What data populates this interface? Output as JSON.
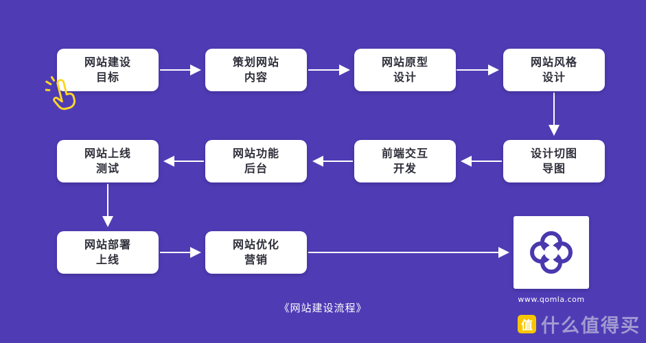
{
  "colors": {
    "background": "#4f3cb5",
    "box_background": "#ffffff",
    "box_text": "#2e2e3a",
    "arrow": "#ffffff",
    "accent_yellow": "#f8c500",
    "logo_purple": "#4a38ae"
  },
  "nodes": [
    {
      "id": "n1",
      "label": "网站建设目标",
      "line1": "网站建设",
      "line2": "目标"
    },
    {
      "id": "n2",
      "label": "策划网站内容",
      "line1": "策划网站",
      "line2": "内容"
    },
    {
      "id": "n3",
      "label": "网站原型设计",
      "line1": "网站原型",
      "line2": "设计"
    },
    {
      "id": "n4",
      "label": "网站风格设计",
      "line1": "网站风格",
      "line2": "设计"
    },
    {
      "id": "n5",
      "label": "网站上线测试",
      "line1": "网站上线",
      "line2": "测试"
    },
    {
      "id": "n6",
      "label": "网站功能后台",
      "line1": "网站功能",
      "line2": "后台"
    },
    {
      "id": "n7",
      "label": "前端交互开发",
      "line1": "前端交互",
      "line2": "开发"
    },
    {
      "id": "n8",
      "label": "设计切图导图",
      "line1": "设计切图",
      "line2": "导图"
    },
    {
      "id": "n9",
      "label": "网站部署上线",
      "line1": "网站部署",
      "line2": "上线"
    },
    {
      "id": "n10",
      "label": "网站优化营销",
      "line1": "网站优化",
      "line2": "营销"
    }
  ],
  "edges": [
    {
      "from": "网站建设目标",
      "to": "策划网站内容"
    },
    {
      "from": "策划网站内容",
      "to": "网站原型设计"
    },
    {
      "from": "网站原型设计",
      "to": "网站风格设计"
    },
    {
      "from": "网站风格设计",
      "to": "设计切图导图"
    },
    {
      "from": "设计切图导图",
      "to": "前端交互开发"
    },
    {
      "from": "前端交互开发",
      "to": "网站功能后台"
    },
    {
      "from": "网站功能后台",
      "to": "网站上线测试"
    },
    {
      "from": "网站上线测试",
      "to": "网站部署上线"
    },
    {
      "from": "网站部署上线",
      "to": "网站优化营销"
    },
    {
      "from": "网站优化营销",
      "to": "logo"
    }
  ],
  "footer": {
    "caption": "《网站建设流程》",
    "website": "www.qomla.com"
  },
  "watermark": {
    "icon_text": "值",
    "label": "什么值得买"
  }
}
